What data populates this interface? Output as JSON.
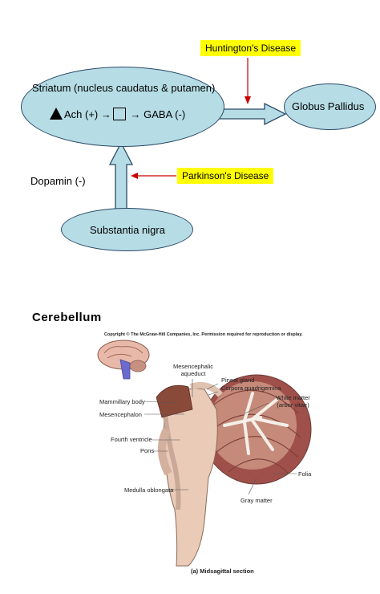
{
  "diagram": {
    "huntington_label": "Huntington's Disease",
    "parkinson_label": "Parkinson's Disease",
    "striatum": {
      "title": "Striatum (nucleus caudatus & putamen)",
      "ach": "Ach (+)",
      "arrow1": "→",
      "arrow2": "→",
      "gaba": "GABA (-)"
    },
    "globus_pallidus": "Globus Pallidus",
    "dopamin": "Dopamin (-)",
    "substantia_nigra": "Substantia nigra",
    "colors": {
      "node_fill": "#b6dde6",
      "highlight": "#ffff00",
      "pointer": "#cc0000"
    }
  },
  "cerebellum": {
    "heading": "Cerebellum",
    "copyright": "Copyright © The McGraw-Hill Companies, Inc. Permission required for reproduction or display.",
    "labels": {
      "mesencephalic_aqueduct": "Mesencephalic aqueduct",
      "pineal_gland": "Pineal gland",
      "corpora_quadrigemina": "Corpora quadrigemina",
      "mammillary_body": "Mammillary body",
      "mesencephalon": "Mesencephalon",
      "white_matter": "White matter (arbor vitae)",
      "fourth_ventricle": "Fourth ventricle",
      "pons": "Pons",
      "medulla_oblongata": "Medulla oblongata",
      "folia": "Folia",
      "gray_matter": "Gray matter"
    },
    "caption": "(a) Midsagittal section"
  }
}
